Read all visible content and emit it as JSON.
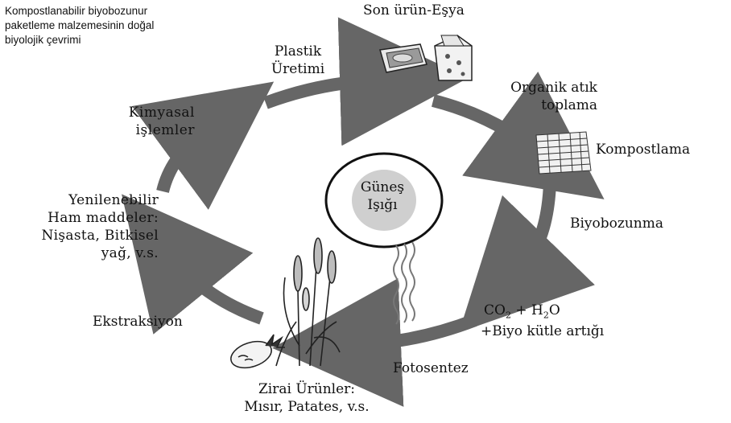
{
  "caption": "Kompostlanabilir biyobozunur paketleme malzemesinin doğal biyolojik çevrimi",
  "colors": {
    "arrow": "#666666",
    "sun_fill": "#cfcfcf",
    "sun_ring": "#111111"
  },
  "center": {
    "line1": "Güneş",
    "line2": "Işığı"
  },
  "labels": {
    "end_product": "Son ürün-Eşya",
    "plastic_l1": "Plastik",
    "plastic_l2": "Üretimi",
    "organic_l1": "Organik atık",
    "organic_l2": "toplama",
    "compost": "Kompostlama",
    "biodeg": "Biyobozunma",
    "co2_a": "CO",
    "co2_sub": "2",
    "co2_b": " + H",
    "h2o_sub": "2",
    "co2_c": "O",
    "biomass": "+Biyo kütle artığı",
    "photo": "Fotosentez",
    "agri_l1": "Zirai Ürünler:",
    "agri_l2": "Mısır, Patates, v.s.",
    "extract": "Ekstraksiyon",
    "renew_l1": "Yenilenebilir",
    "renew_l2": "Ham maddeler:",
    "renew_l3": "Nişasta, Bitkisel",
    "renew_l4": "yağ, v.s.",
    "chem_l1": "Kimyasal",
    "chem_l2": "işlemler"
  },
  "icons": [
    "food-package-icon",
    "milk-carton-icon",
    "compost-bin-icon",
    "sunlight-waves-icon",
    "corn-plant-icon",
    "potato-icon"
  ]
}
